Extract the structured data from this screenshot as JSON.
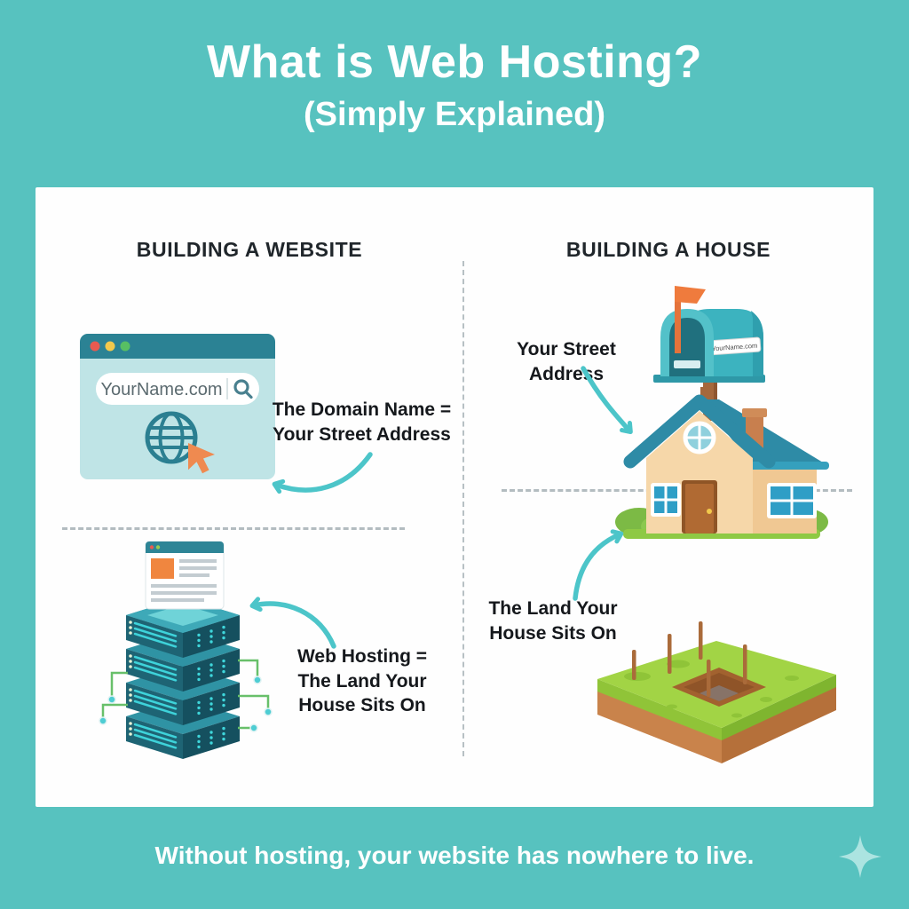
{
  "header": {
    "title": "What is Web Hosting?",
    "subtitle": "(Simply Explained)"
  },
  "card": {
    "left": {
      "heading": "BUILDING A WEBSITE",
      "browser": {
        "url": "YourName.com"
      },
      "domain_note": {
        "line1": "The Domain Name =",
        "line2": "Your Street Address"
      },
      "hosting_note": {
        "line1": "Web Hosting =",
        "line2": "The Land Your",
        "line3": "House Sits On"
      }
    },
    "right": {
      "heading": "BUILDING A HOUSE",
      "street_note": "Your Street Address",
      "mailbox": {
        "label": "YourName.com"
      },
      "land_note": {
        "line1": "The Land Your",
        "line2": "House Sits On"
      }
    }
  },
  "footer": {
    "message": "Without hosting, your website has nowhere to live."
  },
  "icons": {
    "sparkle": "four-point-star",
    "browser_search": "magnifying-glass",
    "browser_globe": "globe-grid",
    "browser_cursor": "mouse-arrow",
    "window_controls": "traffic-light-dots"
  },
  "colors": {
    "background_teal": "#57c2bf",
    "card_white": "#fefefe",
    "arrow_teal": "#4cc5c9",
    "dark_teal": "#2b8294",
    "accent_orange": "#ef8a50",
    "house_roof_teal": "#2e8ba6",
    "grass_green": "#9ed243",
    "soil_brown": "#c08049",
    "text_dark": "#1d2226",
    "text_white": "#ffffff"
  }
}
